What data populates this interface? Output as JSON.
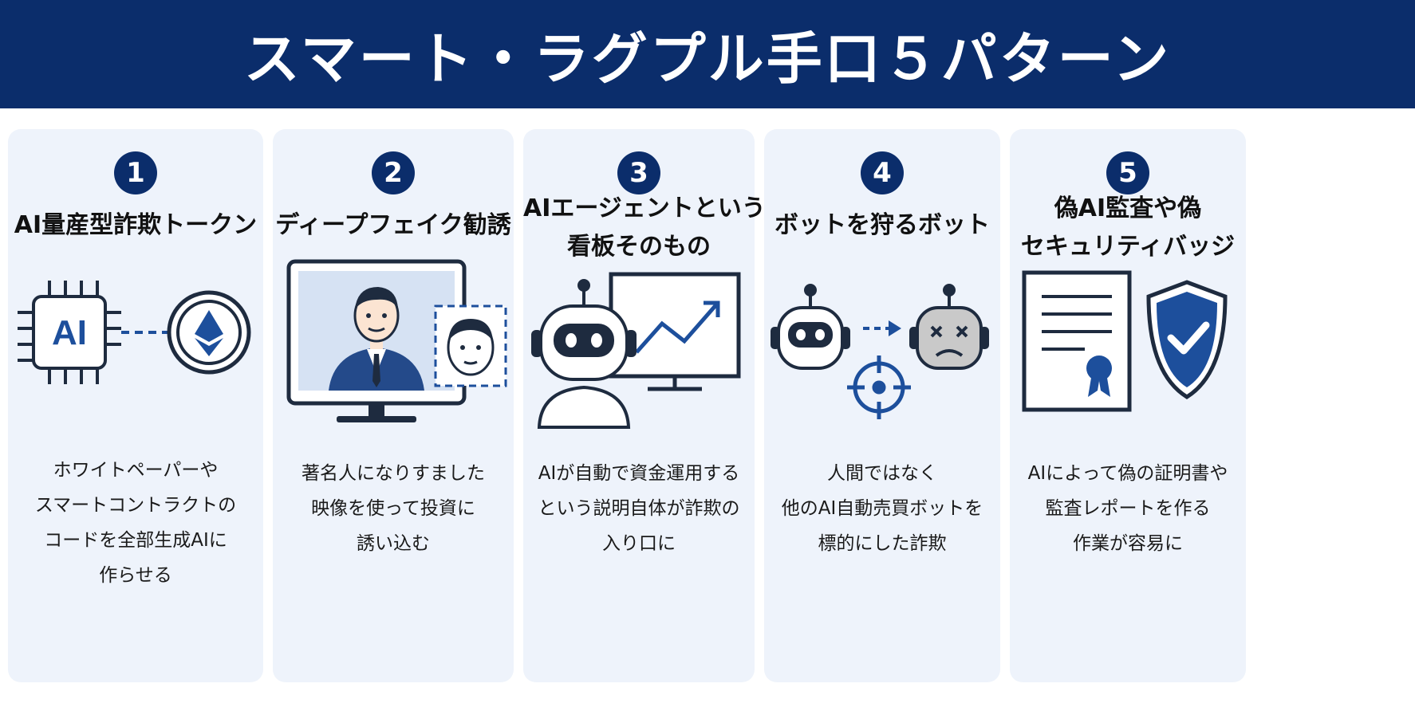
{
  "header": {
    "title": "スマート・ラグプル手口５パターン"
  },
  "colors": {
    "header_bg": "#0b2d6b",
    "card_bg": "#eef3fb",
    "accent_blue": "#1d4f9c",
    "line_dark": "#1e2b3f",
    "grey_robot": "#c9c9c9"
  },
  "cards": [
    {
      "number": "1",
      "title": [
        "AI量産型詐欺トークン"
      ],
      "icon_text": "AI",
      "illustration": [
        "chip-icon",
        "ethereum-coin-icon"
      ],
      "description": [
        "ホワイトペーパーや",
        "スマートコントラクトの",
        "コードを全部生成AIに",
        "作らせる"
      ]
    },
    {
      "number": "2",
      "title": [
        "ディープフェイク勧誘"
      ],
      "illustration": [
        "monitor-icon",
        "businessman-icon",
        "fake-face-icon"
      ],
      "description": [
        "著名人になりすました",
        "映像を使って投資に",
        "誘い込む"
      ]
    },
    {
      "number": "3",
      "title": [
        "AIエージェントという",
        "看板そのもの"
      ],
      "illustration": [
        "robot-icon",
        "chart-board-icon"
      ],
      "description": [
        "AIが自動で資金運用する",
        "という説明自体が詐欺の",
        "入り口に"
      ]
    },
    {
      "number": "4",
      "title": [
        "ボットを狩るボット"
      ],
      "illustration": [
        "robot-icon",
        "dead-robot-icon",
        "crosshair-icon"
      ],
      "description": [
        "人間ではなく",
        "他のAI自動売買ボットを",
        "標的にした詐欺"
      ]
    },
    {
      "number": "5",
      "title": [
        "偽AI監査や偽",
        "セキュリティバッジ"
      ],
      "illustration": [
        "certificate-icon",
        "shield-check-icon"
      ],
      "description": [
        "AIによって偽の証明書や",
        "監査レポートを作る",
        "作業が容易に"
      ]
    }
  ]
}
